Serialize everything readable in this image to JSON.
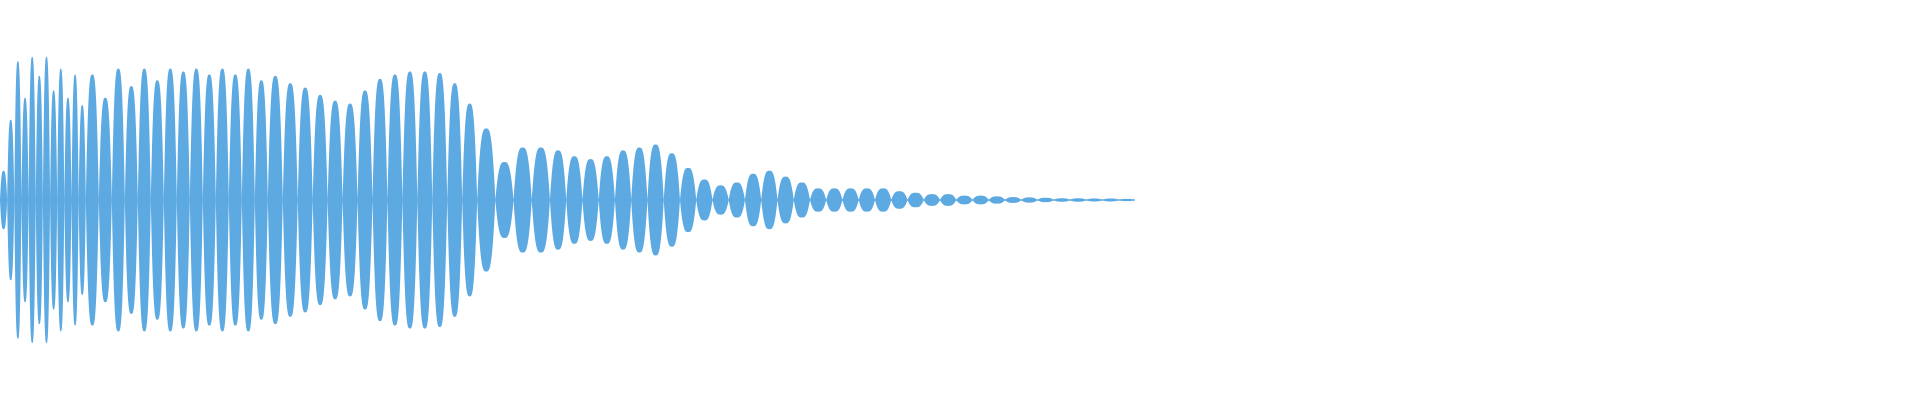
{
  "waveform": {
    "fill_color": "#5DA9E1",
    "background_color": "#FFFFFF",
    "lobes": [
      {
        "amp": 0.2
      },
      {
        "amp": 0.55
      },
      {
        "amp": 0.95
      },
      {
        "amp": 0.7
      },
      {
        "amp": 0.98
      },
      {
        "amp": 0.85
      },
      {
        "amp": 0.98
      },
      {
        "amp": 0.75
      },
      {
        "amp": 0.9
      },
      {
        "amp": 0.7
      },
      {
        "amp": 0.86
      },
      {
        "amp": 0.65
      },
      {
        "amp": 0.86
      },
      {
        "amp": 0.7
      },
      {
        "amp": 0.9
      },
      {
        "amp": 0.78
      },
      {
        "amp": 0.9
      },
      {
        "amp": 0.82
      },
      {
        "amp": 0.9
      },
      {
        "amp": 0.88
      },
      {
        "amp": 0.9
      },
      {
        "amp": 0.86
      },
      {
        "amp": 0.9
      },
      {
        "amp": 0.86
      },
      {
        "amp": 0.9
      },
      {
        "amp": 0.82
      },
      {
        "amp": 0.85
      },
      {
        "amp": 0.8
      },
      {
        "amp": 0.77
      },
      {
        "amp": 0.72
      },
      {
        "amp": 0.68
      },
      {
        "amp": 0.66
      },
      {
        "amp": 0.75
      },
      {
        "amp": 0.83
      },
      {
        "amp": 0.86
      },
      {
        "amp": 0.88
      },
      {
        "amp": 0.88
      },
      {
        "amp": 0.87
      },
      {
        "amp": 0.8
      },
      {
        "amp": 0.66
      },
      {
        "amp": 0.49
      },
      {
        "amp": 0.26
      },
      {
        "amp": 0.36
      },
      {
        "amp": 0.36
      },
      {
        "amp": 0.34
      },
      {
        "amp": 0.3
      },
      {
        "amp": 0.28
      },
      {
        "amp": 0.3
      },
      {
        "amp": 0.34
      },
      {
        "amp": 0.36
      },
      {
        "amp": 0.38
      },
      {
        "amp": 0.32
      },
      {
        "amp": 0.22
      },
      {
        "amp": 0.14
      },
      {
        "amp": 0.1
      },
      {
        "amp": 0.12
      },
      {
        "amp": 0.18
      },
      {
        "amp": 0.2
      },
      {
        "amp": 0.16
      },
      {
        "amp": 0.12
      },
      {
        "amp": 0.08
      },
      {
        "amp": 0.08
      },
      {
        "amp": 0.08
      },
      {
        "amp": 0.08
      },
      {
        "amp": 0.08
      },
      {
        "amp": 0.06
      },
      {
        "amp": 0.05
      },
      {
        "amp": 0.04
      },
      {
        "amp": 0.04
      },
      {
        "amp": 0.03
      },
      {
        "amp": 0.03
      },
      {
        "amp": 0.025
      },
      {
        "amp": 0.02
      },
      {
        "amp": 0.018
      },
      {
        "amp": 0.015
      },
      {
        "amp": 0.012
      },
      {
        "amp": 0.012
      },
      {
        "amp": 0.01
      },
      {
        "amp": 0.01
      },
      {
        "amp": 0.008
      }
    ]
  }
}
